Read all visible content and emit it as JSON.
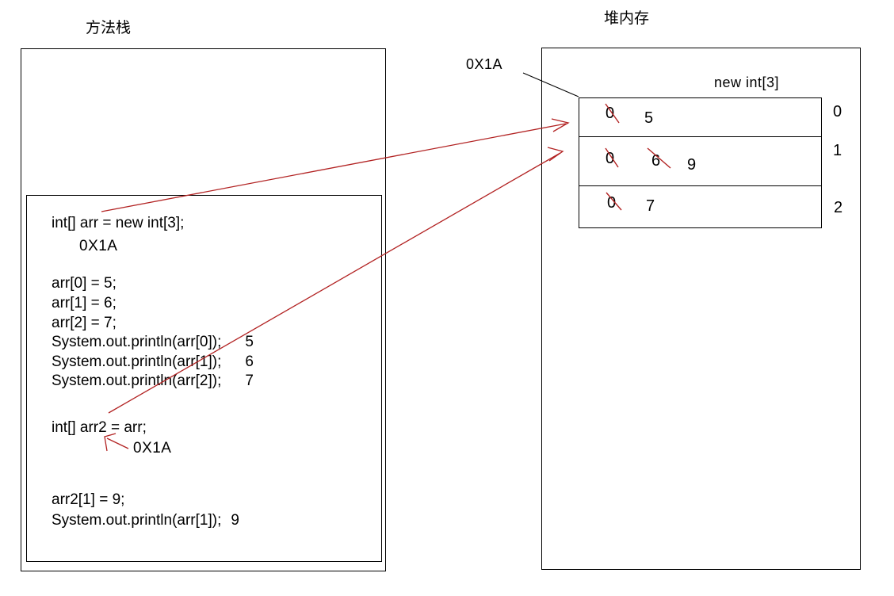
{
  "colors": {
    "annotation_red": "#b22222",
    "diagram_black": "#000000"
  },
  "stack": {
    "title": "方法栈",
    "ref_address_label": "0X1A",
    "arr2_ref_address_label": "0X1A",
    "lines": [
      {
        "code": "int[] arr = new int[3];"
      },
      {
        "code": "arr[0] = 5;"
      },
      {
        "code": "arr[1] = 6;"
      },
      {
        "code": "arr[2] = 7;"
      },
      {
        "code": "System.out.println(arr[0]);",
        "output": "5"
      },
      {
        "code": "System.out.println(arr[1]);",
        "output": "6"
      },
      {
        "code": "System.out.println(arr[2]);",
        "output": "7"
      },
      {
        "code": "int[] arr2 = arr;"
      },
      {
        "code": "arr2[1] = 9;"
      },
      {
        "code": "System.out.println(arr[1]);",
        "output": "9"
      }
    ]
  },
  "heap": {
    "title": "堆内存",
    "pointer_address_label": "0X1A",
    "array_type_label": "new int[3]",
    "rows": [
      {
        "index": "0",
        "default_value": "0",
        "value": "5"
      },
      {
        "index": "1",
        "default_value": "0",
        "old_value": "6",
        "value": "9"
      },
      {
        "index": "2",
        "default_value": "0",
        "value": "7"
      }
    ]
  }
}
